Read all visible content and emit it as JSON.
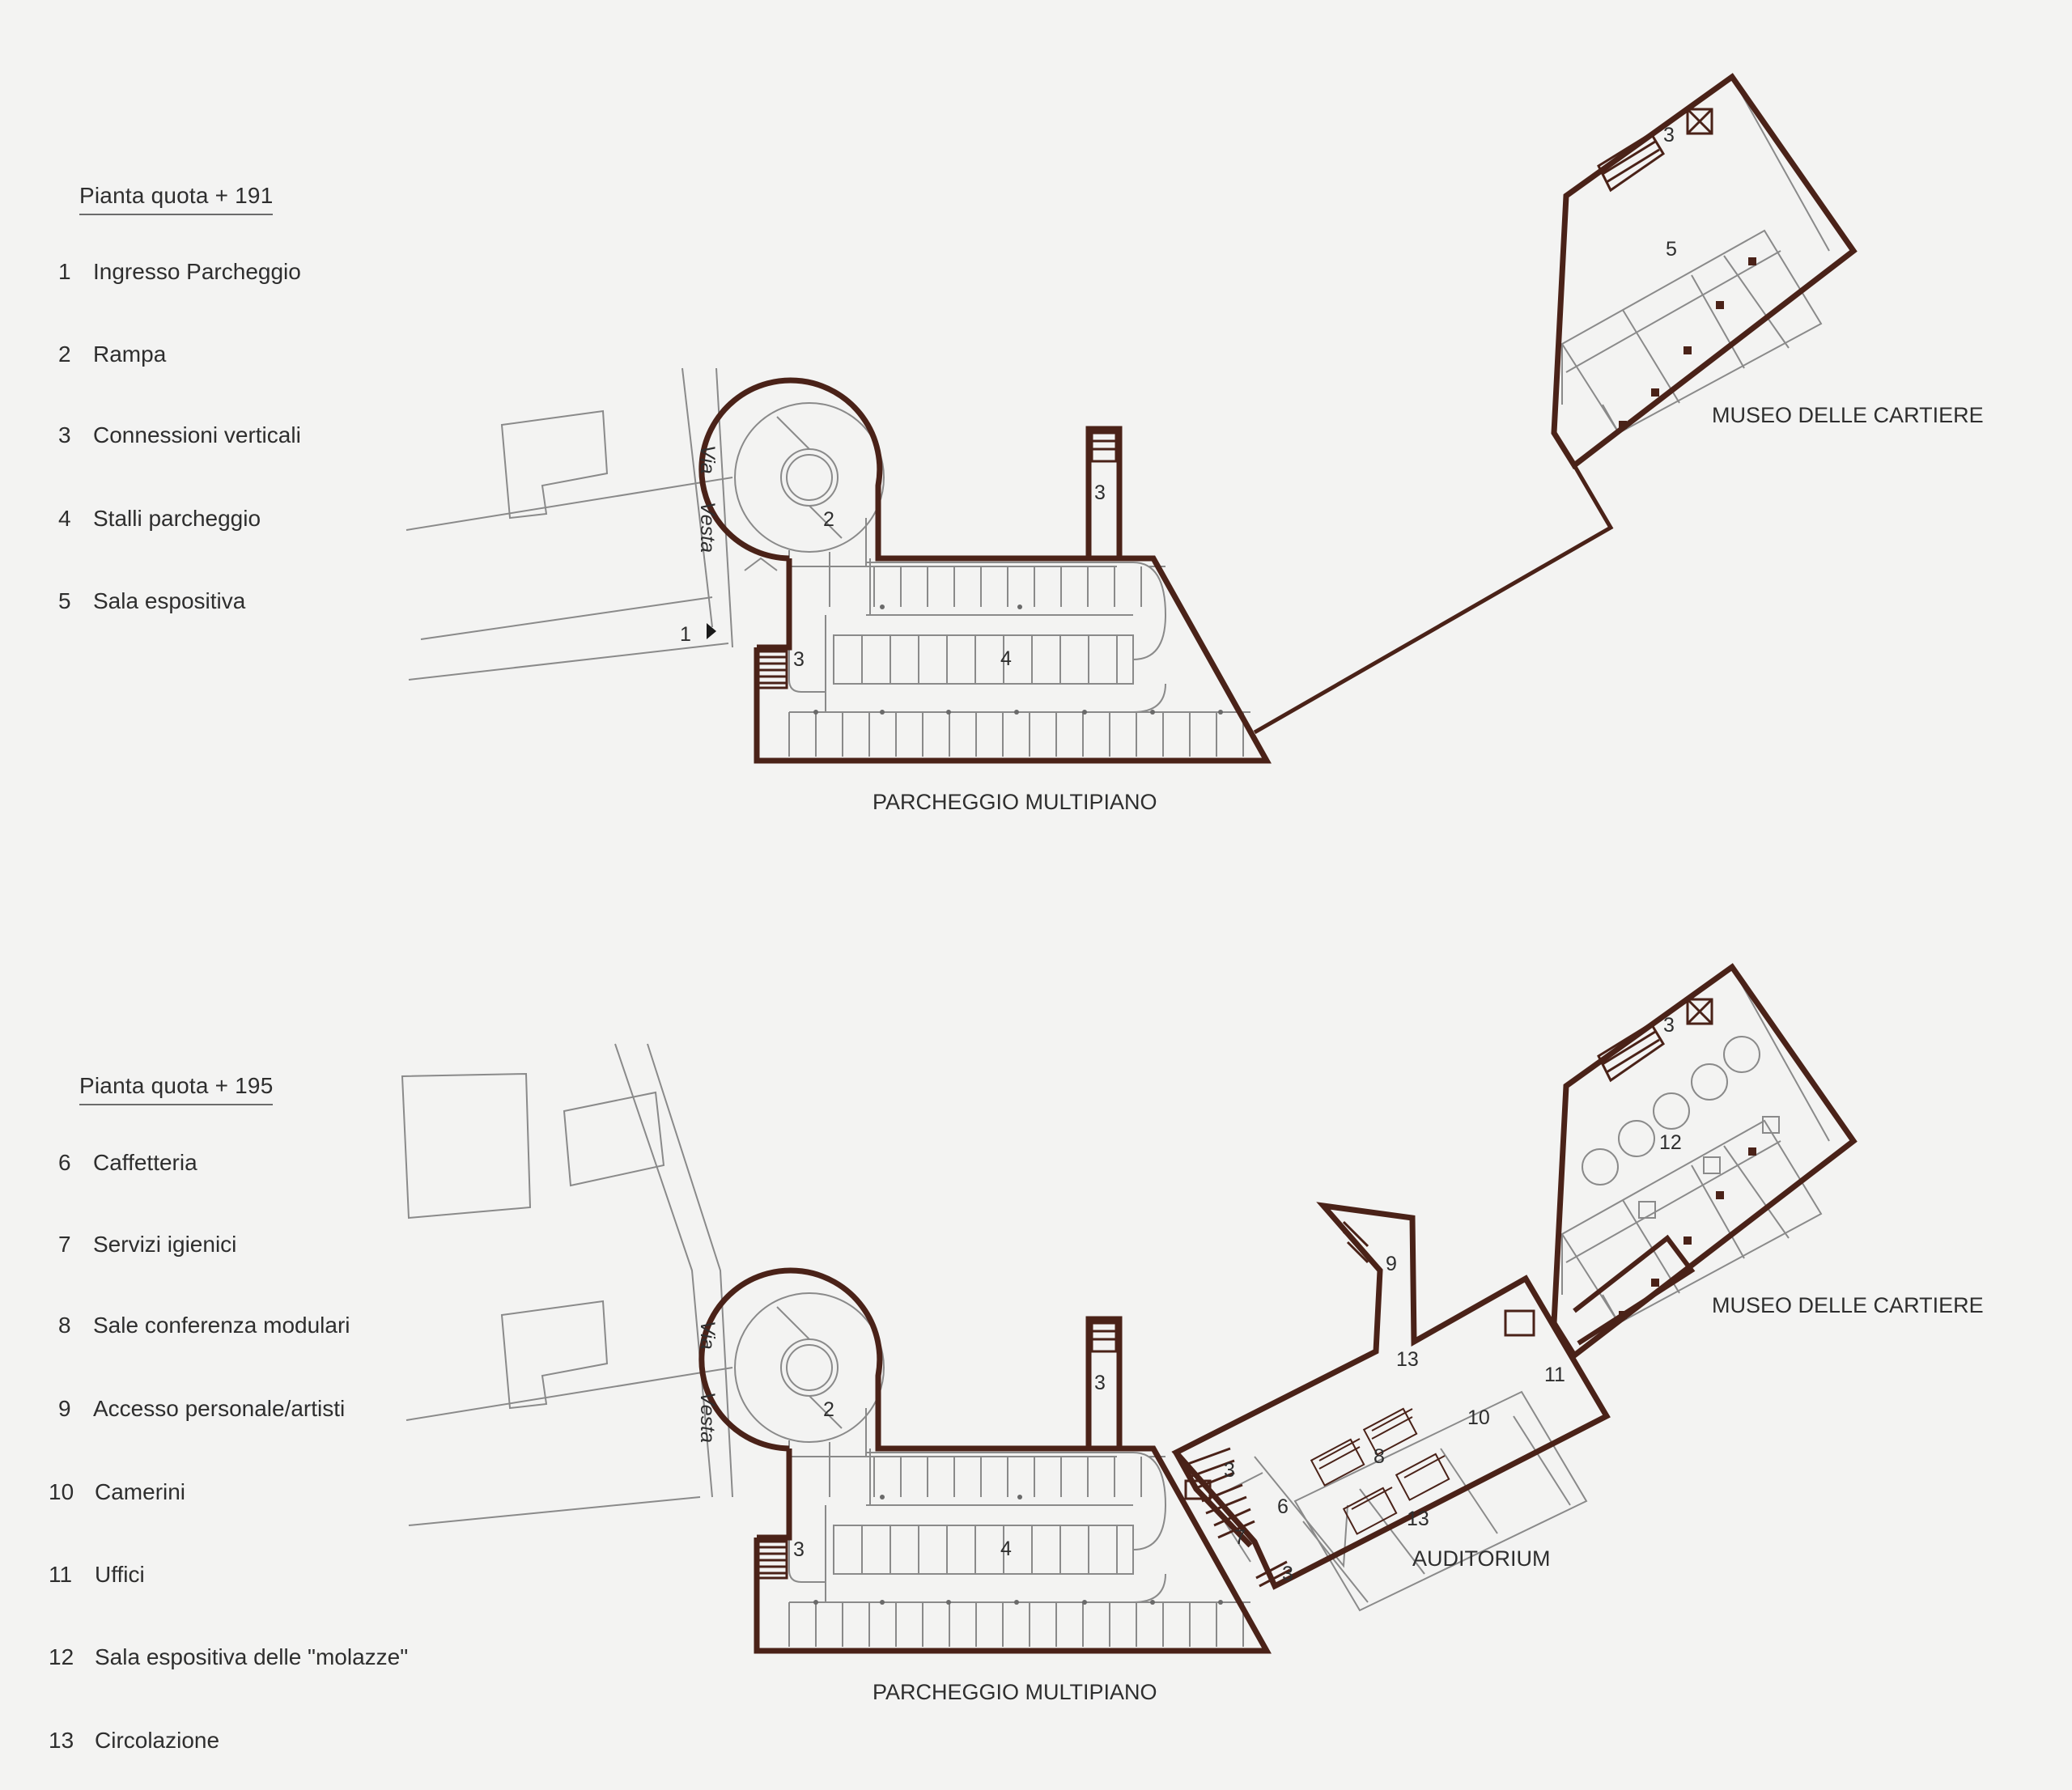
{
  "plan1": {
    "title": "Pianta quota + 191",
    "legend": [
      {
        "num": "1",
        "label": "Ingresso Parcheggio"
      },
      {
        "num": "2",
        "label": "Rampa"
      },
      {
        "num": "3",
        "label": "Connessioni verticali"
      },
      {
        "num": "4",
        "label": "Stalli parcheggio"
      },
      {
        "num": "5",
        "label": "Sala espositiva"
      }
    ],
    "parking_label": "PARCHEGGIO MULTIPIANO",
    "museum_label": "MUSEO DELLE CARTIERE",
    "street_via": "Via",
    "street_vesta": "Vesta"
  },
  "plan2": {
    "title": "Pianta quota + 195",
    "legend": [
      {
        "num": "6",
        "label": "Caffetteria"
      },
      {
        "num": "7",
        "label": "Servizi igienici"
      },
      {
        "num": "8",
        "label": "Sale conferenza modulari"
      },
      {
        "num": "9",
        "label": "Accesso personale/artisti"
      },
      {
        "num": "10",
        "label": "Camerini"
      },
      {
        "num": "11",
        "label": "Uffici"
      },
      {
        "num": "12",
        "label": "Sala espositiva delle \"molazze\""
      },
      {
        "num": "13",
        "label": "Circolazione"
      }
    ],
    "parking_label": "PARCHEGGIO MULTIPIANO",
    "museum_label": "MUSEO DELLE CARTIERE",
    "auditorium_label": "AUDITORIUM",
    "street_via": "Via",
    "street_vesta": "Vesta"
  },
  "plan_numbers": {
    "n1": "1",
    "n2": "2",
    "n3": "3",
    "n4": "4",
    "n5": "5",
    "n6": "6",
    "n7": "7",
    "n8": "8",
    "n9": "9",
    "n10": "10",
    "n11": "11",
    "n12": "12",
    "n13": "13"
  },
  "colors": {
    "wall": "#4a2218",
    "thin_line": "#8a8a8a",
    "background": "#f3f3f2",
    "text": "#2e2e2e"
  }
}
